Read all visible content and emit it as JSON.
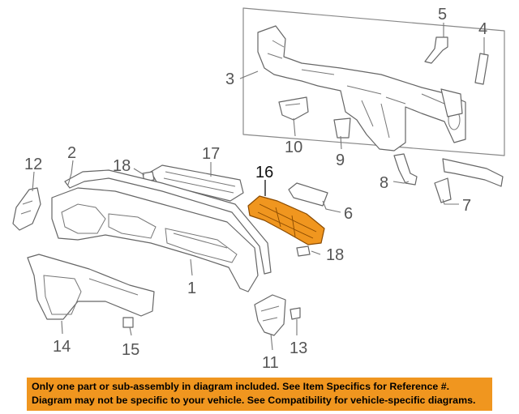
{
  "callouts": {
    "c1": "1",
    "c2": "2",
    "c3": "3",
    "c4": "4",
    "c5": "5",
    "c6": "6",
    "c7": "7",
    "c8": "8",
    "c9": "9",
    "c10": "10",
    "c11": "11",
    "c12": "12",
    "c13": "13",
    "c14": "14",
    "c15": "15",
    "c16": "16",
    "c17": "17",
    "c18a": "18",
    "c18b": "18"
  },
  "highlight": {
    "part": "16",
    "color": "#f0961f"
  },
  "banner": {
    "line1": "Only one part or sub-assembly in diagram included. See Item Specifics for Reference #.",
    "line2": "Diagram may not be specific to your vehicle. See Compatibility for vehicle-specific diagrams.",
    "background": "#f0961f"
  }
}
